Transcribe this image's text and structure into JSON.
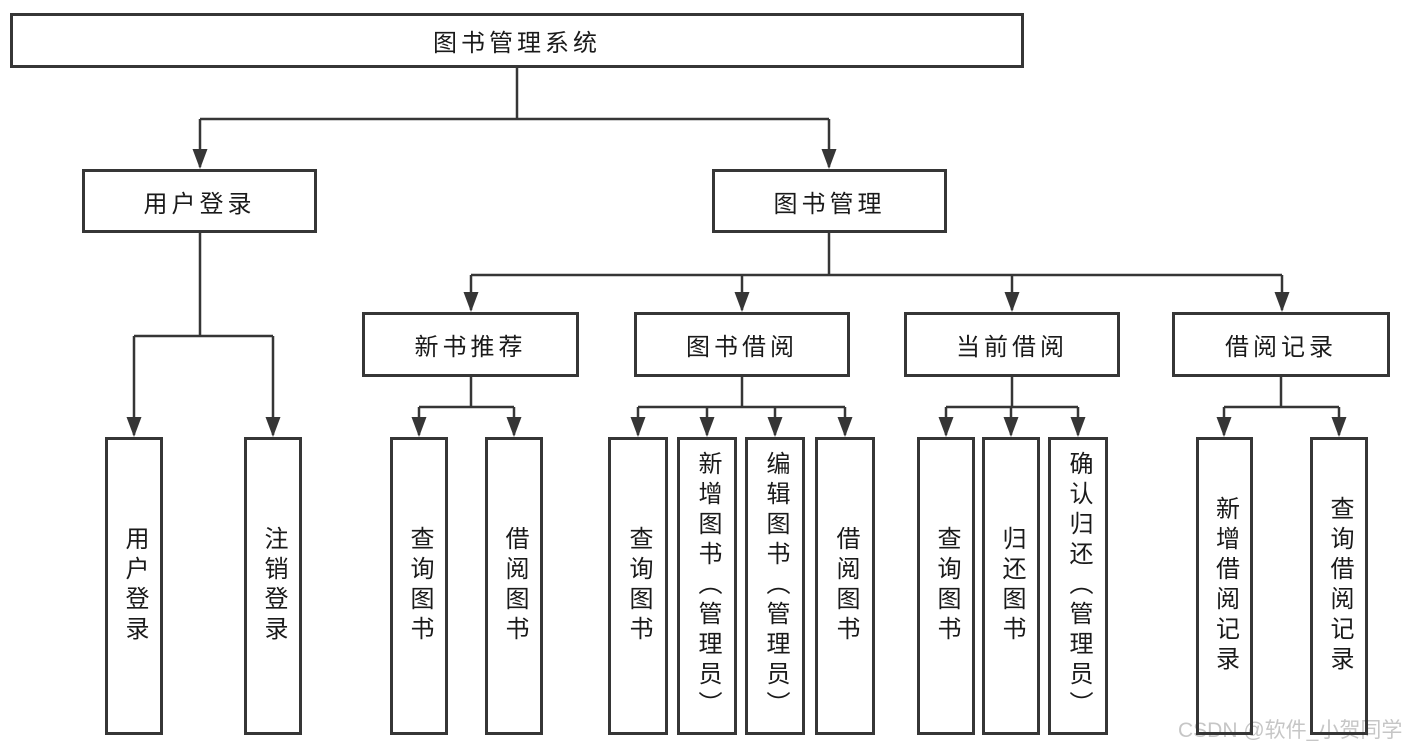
{
  "colors": {
    "line": "#363636",
    "box_border": "#363636",
    "box_fill": "#ffffff",
    "label_text": "#1a1a1a",
    "watermark": "#c6c6c6"
  },
  "watermark": {
    "text": "CSDN @软件_小贺同学"
  },
  "diagram": {
    "type": "tree",
    "root": {
      "label": "图书管理系统"
    },
    "branches": [
      {
        "label": "用户登录",
        "children": [
          {
            "label": "用户登录"
          },
          {
            "label": "注销登录"
          }
        ]
      },
      {
        "label": "图书管理",
        "children": [
          {
            "label": "新书推荐",
            "children": [
              {
                "label": "查询图书"
              },
              {
                "label": "借阅图书"
              }
            ]
          },
          {
            "label": "图书借阅",
            "children": [
              {
                "label": "查询图书"
              },
              {
                "label": "新增图书（管理员）"
              },
              {
                "label": "编辑图书（管理员）"
              },
              {
                "label": "借阅图书"
              }
            ]
          },
          {
            "label": "当前借阅",
            "children": [
              {
                "label": "查询图书"
              },
              {
                "label": "归还图书"
              },
              {
                "label": "确认归还（管理员）"
              }
            ]
          },
          {
            "label": "借阅记录",
            "children": [
              {
                "label": "新增借阅记录"
              },
              {
                "label": "查询借阅记录"
              }
            ]
          }
        ]
      }
    ]
  }
}
